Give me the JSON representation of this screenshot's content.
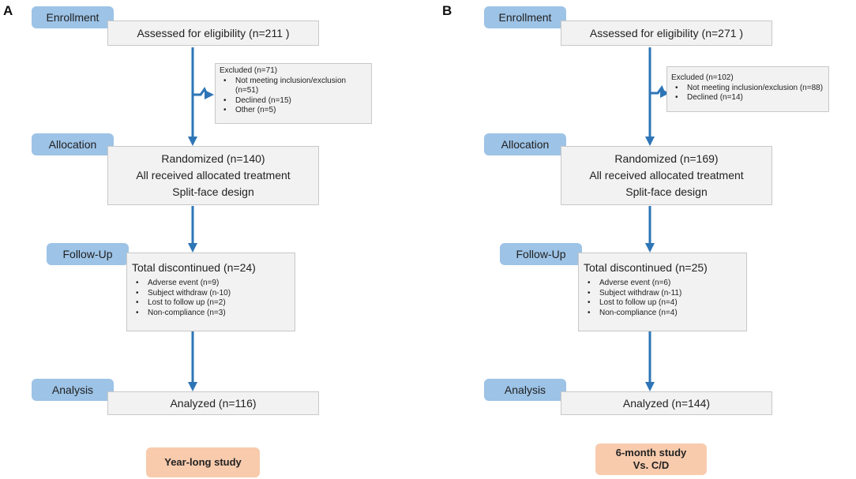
{
  "panels": [
    {
      "letter": "A",
      "stages": {
        "enrollment": "Enrollment",
        "allocation": "Allocation",
        "follow_up": "Follow-Up",
        "analysis": "Analysis"
      },
      "assessed": "Assessed for eligibility (n=211 )",
      "excluded": {
        "title": "Excluded (n=71)",
        "items": [
          "Not meeting inclusion/exclusion (n=51)",
          "Declined (n=15)",
          "Other (n=5)"
        ]
      },
      "randomized": {
        "line1": "Randomized (n=140)",
        "line2": "All received allocated treatment",
        "line3": "Split-face design"
      },
      "discontinued": {
        "title": "Total discontinued (n=24)",
        "items": [
          "Adverse event (n=9)",
          "Subject withdraw (n-10)",
          "Lost to follow up (n=2)",
          "Non-compliance (n=3)"
        ]
      },
      "analyzed": "Analyzed (n=116)",
      "study": {
        "line1": "Year-long study",
        "line2": ""
      }
    },
    {
      "letter": "B",
      "stages": {
        "enrollment": "Enrollment",
        "allocation": "Allocation",
        "follow_up": "Follow-Up",
        "analysis": "Analysis"
      },
      "assessed": "Assessed for eligibility (n=271 )",
      "excluded": {
        "title": "Excluded (n=102)",
        "items": [
          "Not meeting inclusion/exclusion (n=88)",
          "Declined (n=14)"
        ]
      },
      "randomized": {
        "line1": "Randomized (n=169)",
        "line2": "All received allocated treatment",
        "line3": "Split-face design"
      },
      "discontinued": {
        "title": "Total discontinued (n=25)",
        "items": [
          "Adverse event (n=6)",
          "Subject withdraw (n-11)",
          "Lost to follow up (n=4)",
          "Non-compliance (n=4)"
        ]
      },
      "analyzed": "Analyzed (n=144)",
      "study": {
        "line1": "6-month study",
        "line2": "Vs. C/D"
      }
    }
  ],
  "colors": {
    "stage_fill": "#9dc3e6",
    "box_fill": "#f2f2f2",
    "arrow": "#2e75b6",
    "study_fill": "#f8cbad"
  }
}
